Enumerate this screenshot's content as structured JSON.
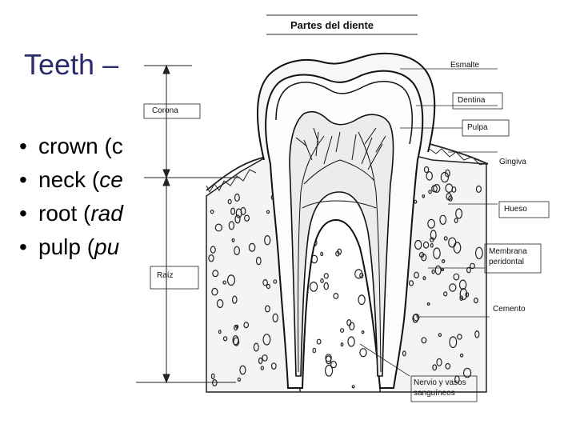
{
  "slide": {
    "title": "Teeth –",
    "bullets": [
      {
        "text": "crown (c",
        "latin": ""
      },
      {
        "text": "neck (",
        "latin": "ce"
      },
      {
        "text": "root (",
        "latin": "rad"
      },
      {
        "text": "pulp (",
        "latin": "pu"
      }
    ]
  },
  "diagram": {
    "title": "Partes del diente",
    "labels": {
      "esmalte": "Esmalte",
      "corona": "Corona",
      "dentina": "Dentina",
      "pulpa": "Pulpa",
      "gingiva": "Gingiva",
      "hueso": "Hueso",
      "membrana_line1": "Membrana",
      "membrana_line2": "peridontal",
      "raiz": "Raíz",
      "cemento": "Cemento",
      "nervio_line1": "Nervio y vasos",
      "nervio_line2": "sanguíneos"
    }
  }
}
